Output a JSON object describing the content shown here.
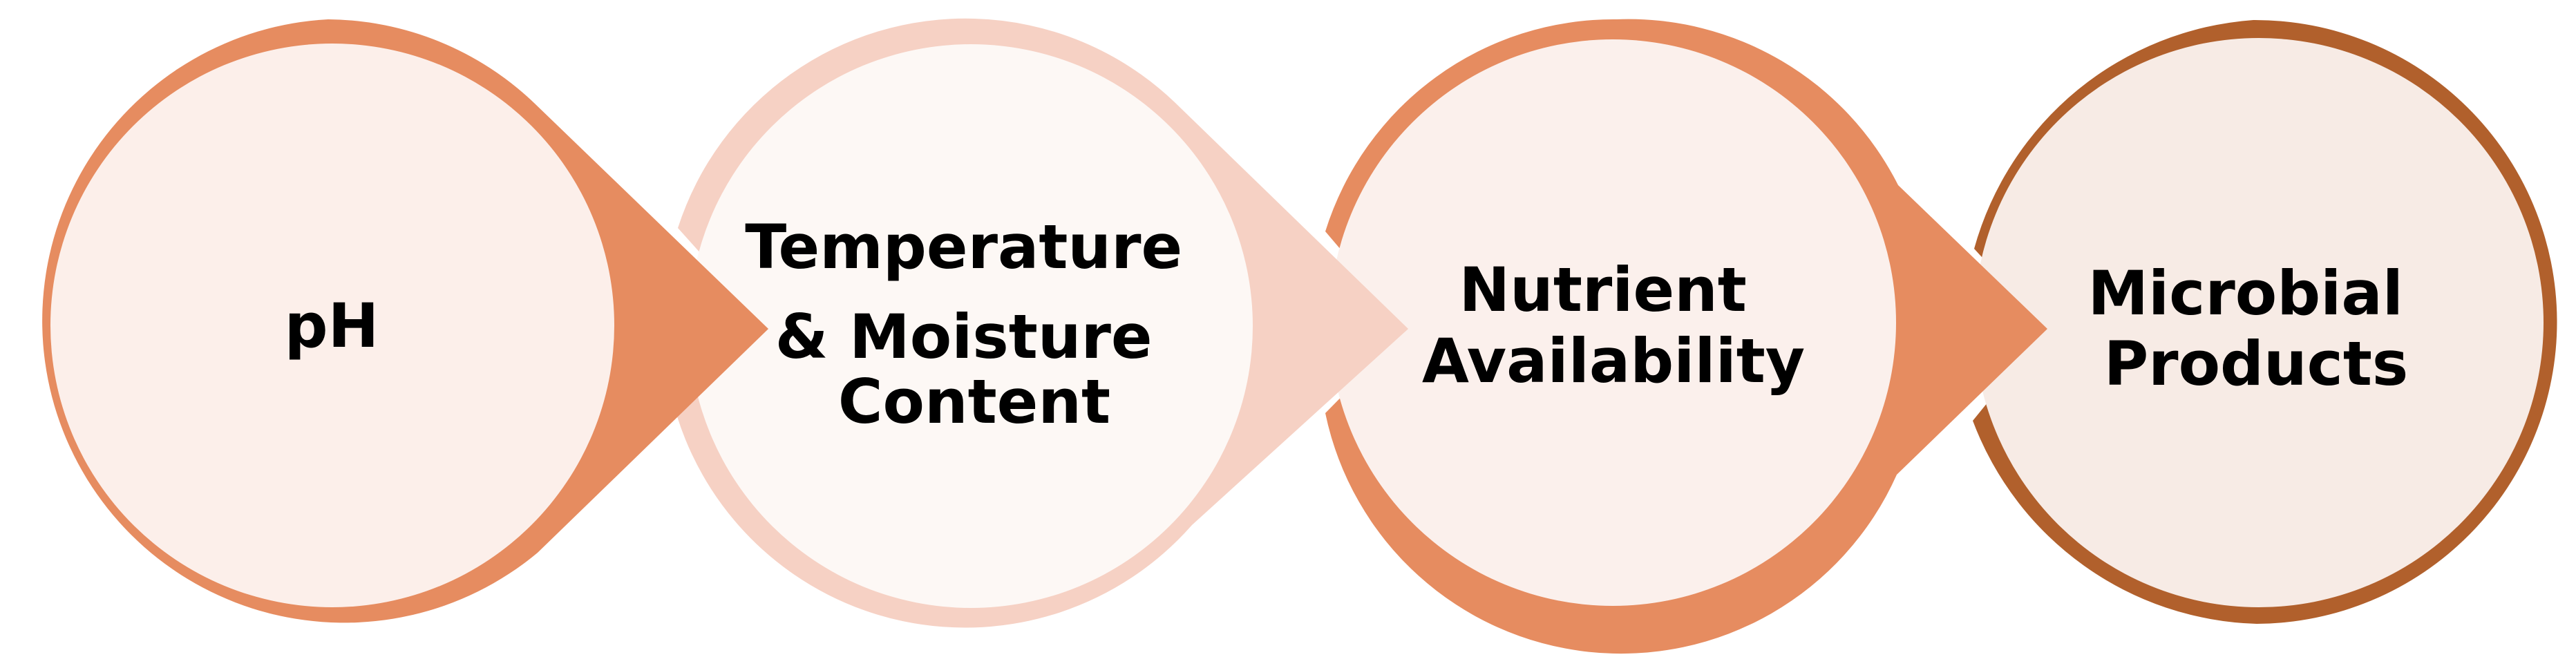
{
  "diagram": {
    "stages": [
      {
        "id": "ph",
        "lines": [
          "pH"
        ]
      },
      {
        "id": "temperature-moisture",
        "lines": [
          "Temperature",
          "& Moisture",
          "Content"
        ]
      },
      {
        "id": "nutrient-availability",
        "lines": [
          "Nutrient",
          "Availability"
        ]
      },
      {
        "id": "microbial-products",
        "lines": [
          "Microbial",
          "Products"
        ]
      }
    ]
  },
  "colors": {
    "stage_1_ring": "#e68c60",
    "stage_1_fill": "#fcefea",
    "stage_2_ring": "#f6d1c4",
    "stage_2_fill": "#fdf8f5",
    "stage_3_ring": "#e68c60",
    "stage_3_fill": "#fbf0ec",
    "stage_4_ring": "#b1602c",
    "stage_4_fill": "#f7ebe5",
    "text": "#000000",
    "background": "#ffffff"
  }
}
